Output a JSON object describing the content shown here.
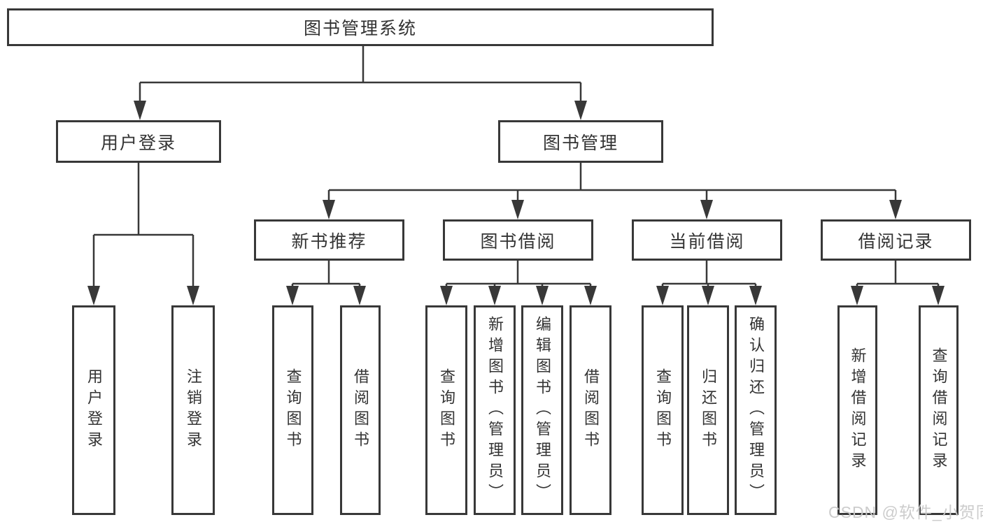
{
  "diagram": {
    "title": "图书管理系统",
    "branches": [
      {
        "label": "用户登录",
        "children": [
          {
            "label": "用户登录"
          },
          {
            "label": "注销登录"
          }
        ]
      },
      {
        "label": "图书管理",
        "groups": [
          {
            "label": "新书推荐",
            "children": [
              {
                "label": "查询图书"
              },
              {
                "label": "借阅图书"
              }
            ]
          },
          {
            "label": "图书借阅",
            "children": [
              {
                "label": "查询图书"
              },
              {
                "label": "新增图书（管理员）"
              },
              {
                "label": "编辑图书（管理员）"
              },
              {
                "label": "借阅图书"
              }
            ]
          },
          {
            "label": "当前借阅",
            "children": [
              {
                "label": "查询图书"
              },
              {
                "label": "归还图书"
              },
              {
                "label": "确认归还（管理员）"
              }
            ]
          },
          {
            "label": "借阅记录",
            "children": [
              {
                "label": "新增借阅记录"
              },
              {
                "label": "查询借阅记录"
              }
            ]
          }
        ]
      }
    ]
  },
  "watermark": {
    "text": "CSDN @软件_小贺同学"
  },
  "colors": {
    "background": "#ffffff",
    "box_border": "#383838",
    "line": "#383838",
    "text": "#333333",
    "watermark": "#c9c9c9"
  }
}
